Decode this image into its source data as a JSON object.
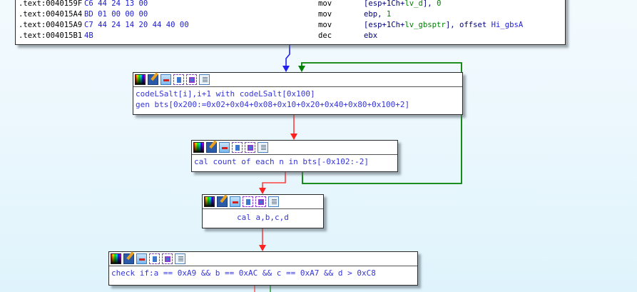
{
  "disassembly": {
    "lines": [
      {
        "segment": ".text:0040159F",
        "bytes": "C6 44 24 13 00",
        "mnemonic": "mov",
        "operands": "[esp+1Ch+lv_d], 0"
      },
      {
        "segment": ".text:004015A4",
        "bytes": "BD 01 00 00 00",
        "mnemonic": "mov",
        "operands": "ebp, 1"
      },
      {
        "segment": ".text:004015A9",
        "bytes": "C7 44 24 14 20 44 40 00",
        "mnemonic": "mov",
        "operands": "[esp+1Ch+lv_gbsptr], offset Hi_gbsA"
      },
      {
        "segment": ".text:004015B1",
        "bytes": "4B",
        "mnemonic": "dec",
        "operands": "ebx"
      }
    ],
    "operand_parts": {
      "line0": {
        "a": "[esp+1Ch+",
        "b": "lv_d",
        "c": "], ",
        "d": "0"
      },
      "line1": {
        "a": "ebp",
        "b": ", ",
        "c": "1"
      },
      "line2": {
        "a": "[esp+1Ch+",
        "b": "lv_gbsptr",
        "c": "], offset ",
        "d": "Hi_gbsA"
      },
      "line3": {
        "a": "ebx"
      }
    }
  },
  "node_toolbar_icons": [
    "color-icon",
    "edit-icon",
    "group-icon",
    "ungroup-icon",
    "collapse-icon",
    "text-view-icon"
  ],
  "nodes": [
    {
      "id": "node-1",
      "lines": [
        "codeLSalt[i],i+1 with codeLSalt[0x100]",
        "gen bts[0x200:=0x02+0x04+0x08+0x10+0x20+0x40+0x80+0x100+2]"
      ]
    },
    {
      "id": "node-2",
      "lines": [
        "cal count of each n in bts[-0x102:-2]"
      ]
    },
    {
      "id": "node-3",
      "lines": [
        "cal a,b,c,d"
      ]
    },
    {
      "id": "node-4",
      "lines": [
        "check if:a == 0xA9 && b == 0xAC && c == 0xA7 && d > 0xC8"
      ]
    }
  ],
  "colors": {
    "edge_unconditional": "#1f1ff0",
    "edge_true": "#008000",
    "edge_false": "#ff3030"
  }
}
